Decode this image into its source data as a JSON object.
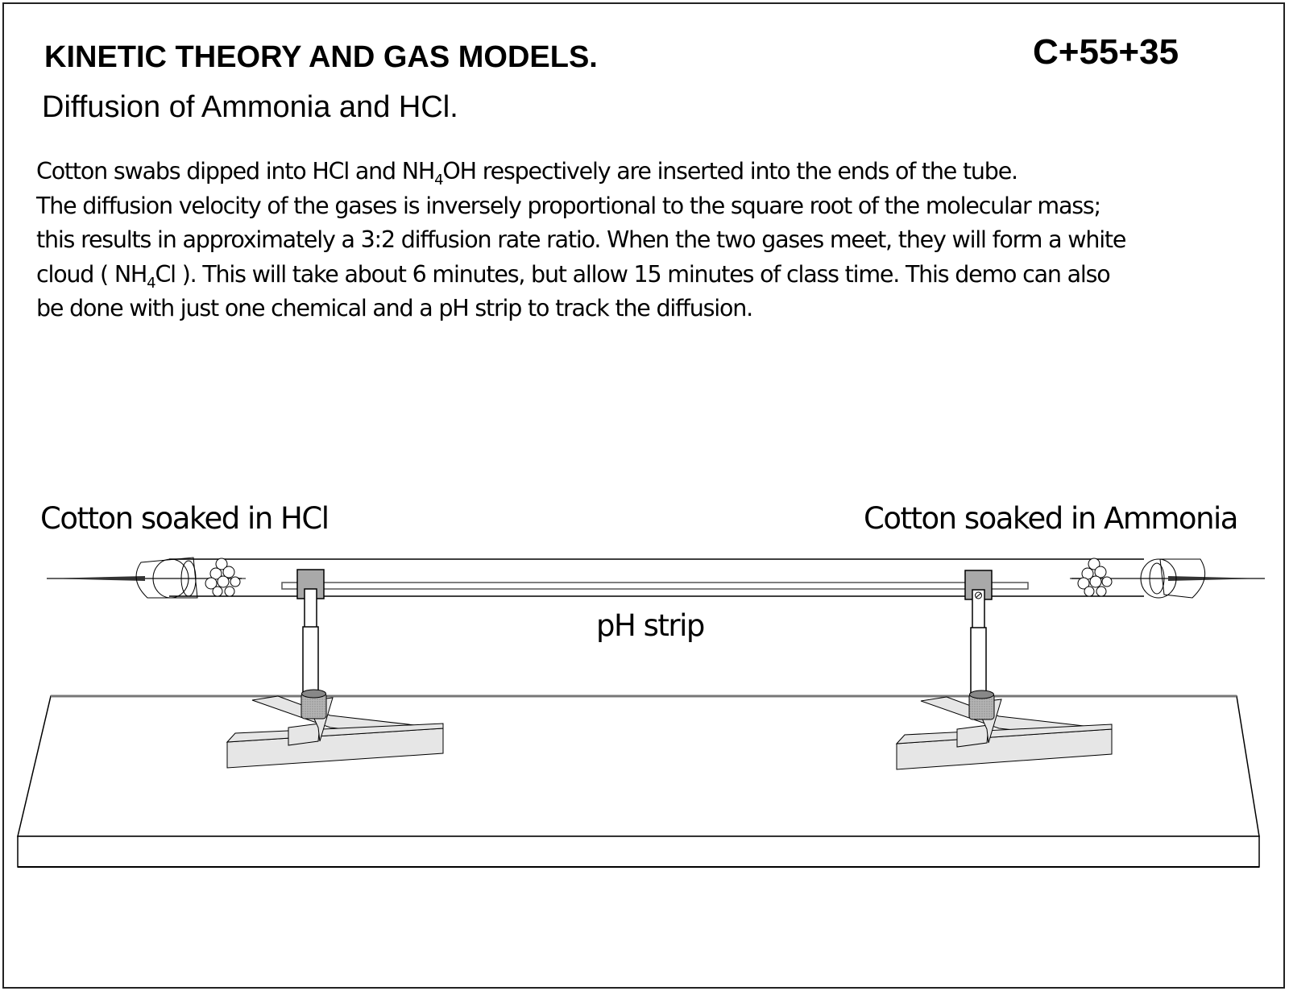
{
  "header": {
    "title": "KINETIC THEORY AND GAS MODELS.",
    "code": "C+55+35",
    "subtitle": "Diffusion of Ammonia and HCl."
  },
  "description": {
    "line1_a": "Cotton swabs dipped into HCl and NH",
    "line1_sub": "4",
    "line1_b": "OH respectively are inserted into the ends of the tube.",
    "line2": "The diffusion velocity of the gases is inversely proportional to the square root of the molecular mass;",
    "line3": "this results in approximately a 3:2 diffusion rate ratio. When the two gases meet, they will form a white",
    "line4_a": "cloud ( NH",
    "line4_sub": "4",
    "line4_b": "Cl ). This will take about 6 minutes, but allow 15 minutes of class time. This demo can also",
    "line5": "be done with just one chemical and a pH strip to track the diffusion."
  },
  "diagram": {
    "labels": {
      "left_cotton": "Cotton soaked in HCl",
      "right_cotton": "Cotton soaked in Ammonia",
      "ph_strip": "pH strip"
    },
    "colors": {
      "line": "#000000",
      "clamp_fill": "#a9a9a9",
      "stand_fill": "#e6e6e6",
      "table_fill": "#ffffff"
    }
  }
}
